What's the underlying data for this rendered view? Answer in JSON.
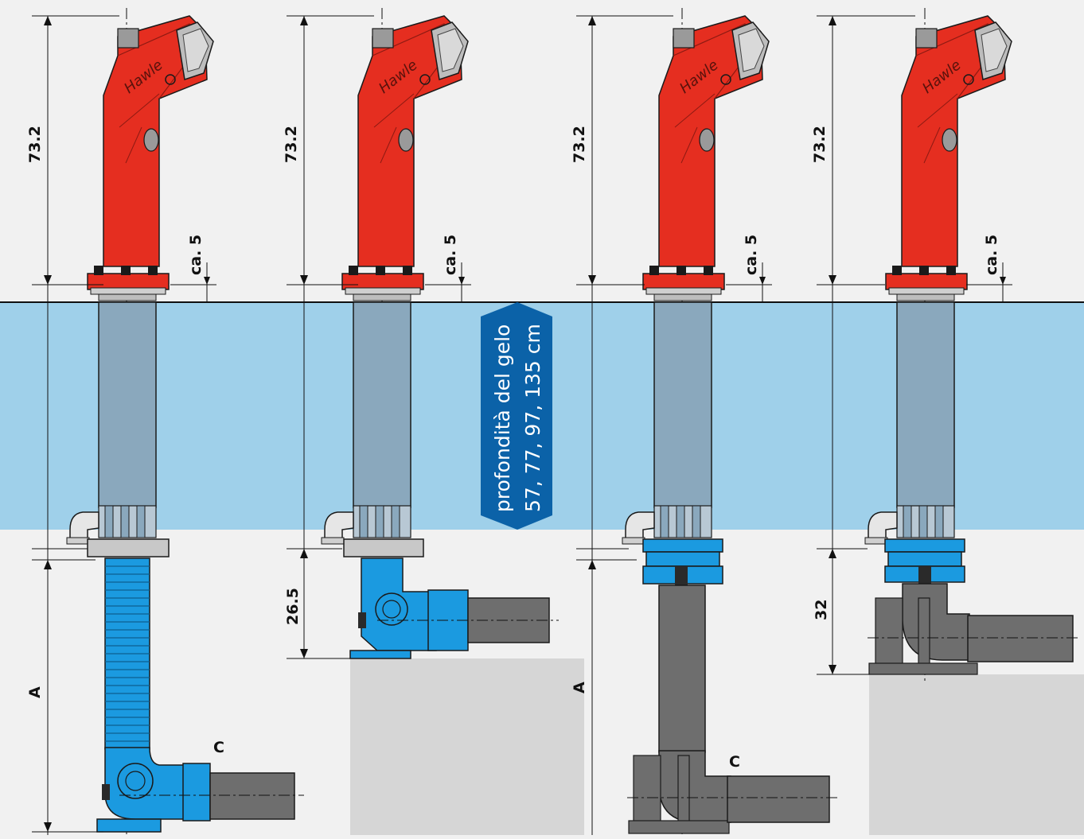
{
  "diagram": {
    "brand": "Hawle",
    "frost_label": {
      "line1": "profondità del gelo",
      "line2": "57, 77, 97, 135 cm"
    },
    "dims": {
      "top_height": "73.2",
      "collar": "ca. 5",
      "a_label": "A",
      "c_label": "C",
      "short_b": "26.5",
      "short_d": "32"
    },
    "colors": {
      "hydrant_red": "#e52e20",
      "fitting_blue": "#1b9ae0",
      "pipe_grey": "#6e6e6e",
      "frost_zone": "#9fd0ea",
      "badge_blue": "#0b62a8"
    }
  }
}
